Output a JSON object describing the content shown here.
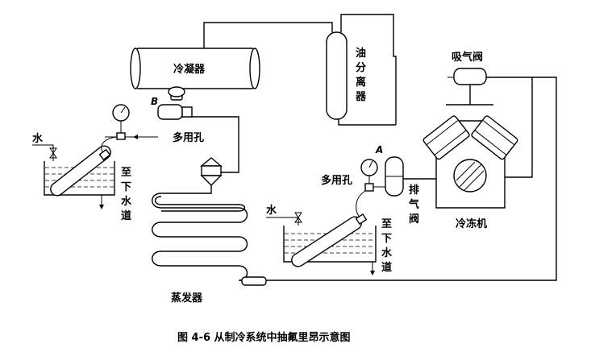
{
  "labels": {
    "condenser": "冷凝器",
    "oil_separator": [
      "油",
      "分",
      "离",
      "器"
    ],
    "suction_valve": "吸气阀",
    "point_b": "B",
    "point_a": "A",
    "multi_port_left": "多用孔",
    "multi_port_right": "多用孔",
    "water_left": "水",
    "water_right": "水",
    "drain_left": [
      "至",
      "下",
      "水",
      "道"
    ],
    "drain_right": [
      "至",
      "下",
      "水",
      "道"
    ],
    "discharge_valve": [
      "排",
      "气",
      "阀"
    ],
    "compressor": "冷冻机",
    "evaporator": "蒸发器"
  },
  "caption": "图 4-6   从制冷系统中抽氟里昂示意图"
}
